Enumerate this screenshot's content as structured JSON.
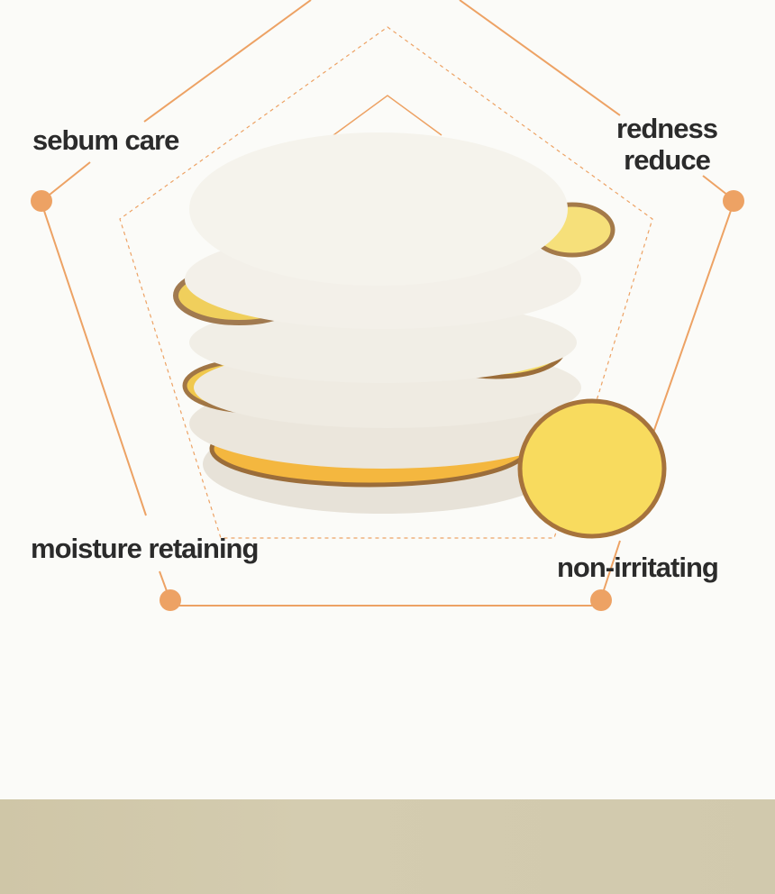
{
  "attributes": {
    "sebum_care": "sebum care",
    "redness_reduce_line1": "redness",
    "redness_reduce_line2": "reduce",
    "moisture_retaining": "moisture retaining",
    "non_irritating": "non-irritating"
  },
  "colors": {
    "accent": "#eda264",
    "background": "#fbfbf8",
    "bottom_band": "#d2caae",
    "text": "#2b2b2b"
  }
}
